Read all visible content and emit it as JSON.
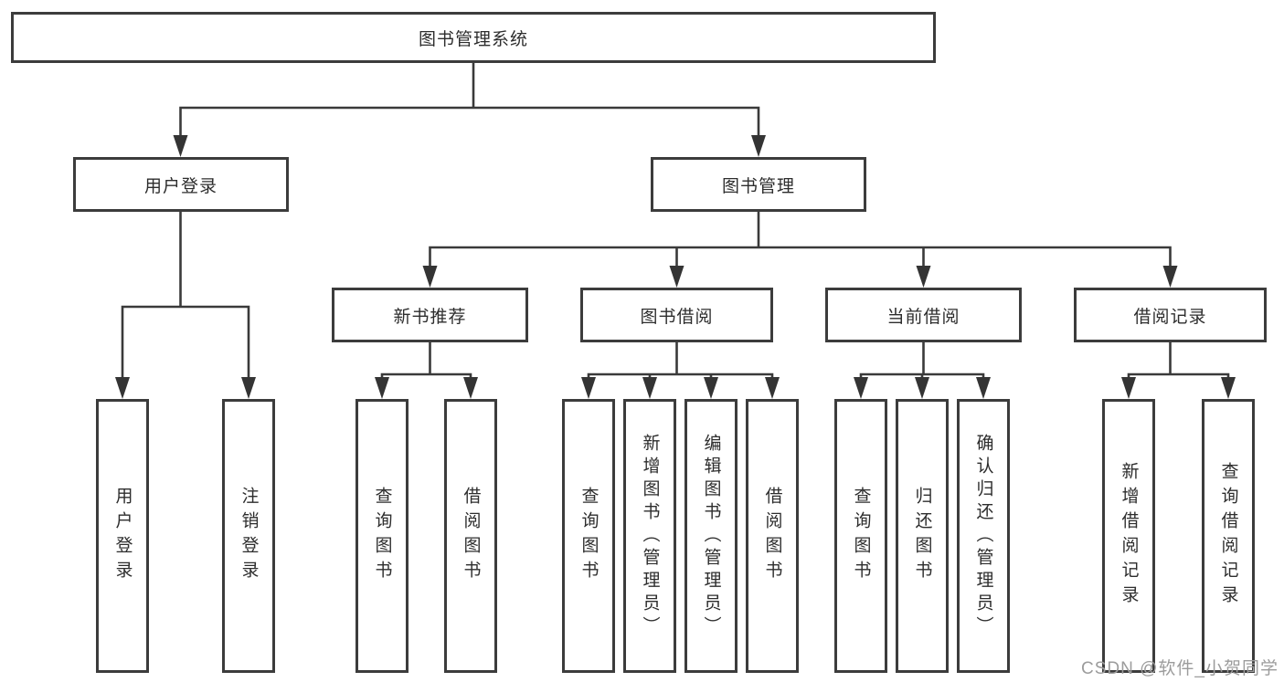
{
  "diagram": {
    "type": "hierarchy-tree",
    "root": {
      "label": "图书管理系统",
      "children": [
        {
          "label": "用户登录",
          "children": [
            {
              "label": "用户登录"
            },
            {
              "label": "注销登录"
            }
          ]
        },
        {
          "label": "图书管理",
          "children": [
            {
              "label": "新书推荐",
              "children": [
                {
                  "label": "查询图书"
                },
                {
                  "label": "借阅图书"
                }
              ]
            },
            {
              "label": "图书借阅",
              "children": [
                {
                  "label": "查询图书"
                },
                {
                  "label": "新增图书（管理员）"
                },
                {
                  "label": "编辑图书（管理员）"
                },
                {
                  "label": "借阅图书"
                }
              ]
            },
            {
              "label": "当前借阅",
              "children": [
                {
                  "label": "查询图书"
                },
                {
                  "label": "归还图书"
                },
                {
                  "label": "确认归还（管理员）"
                }
              ]
            },
            {
              "label": "借阅记录",
              "children": [
                {
                  "label": "新增借阅记录"
                },
                {
                  "label": "查询借阅记录"
                }
              ]
            }
          ]
        }
      ]
    },
    "watermark": "CSDN @软件_小贺同学",
    "colors": {
      "line": "#3a3a3a",
      "box_border": "#3c3c3c",
      "text": "#2d2d2d",
      "watermark": "#9c9c9c",
      "background": "#ffffff"
    }
  }
}
